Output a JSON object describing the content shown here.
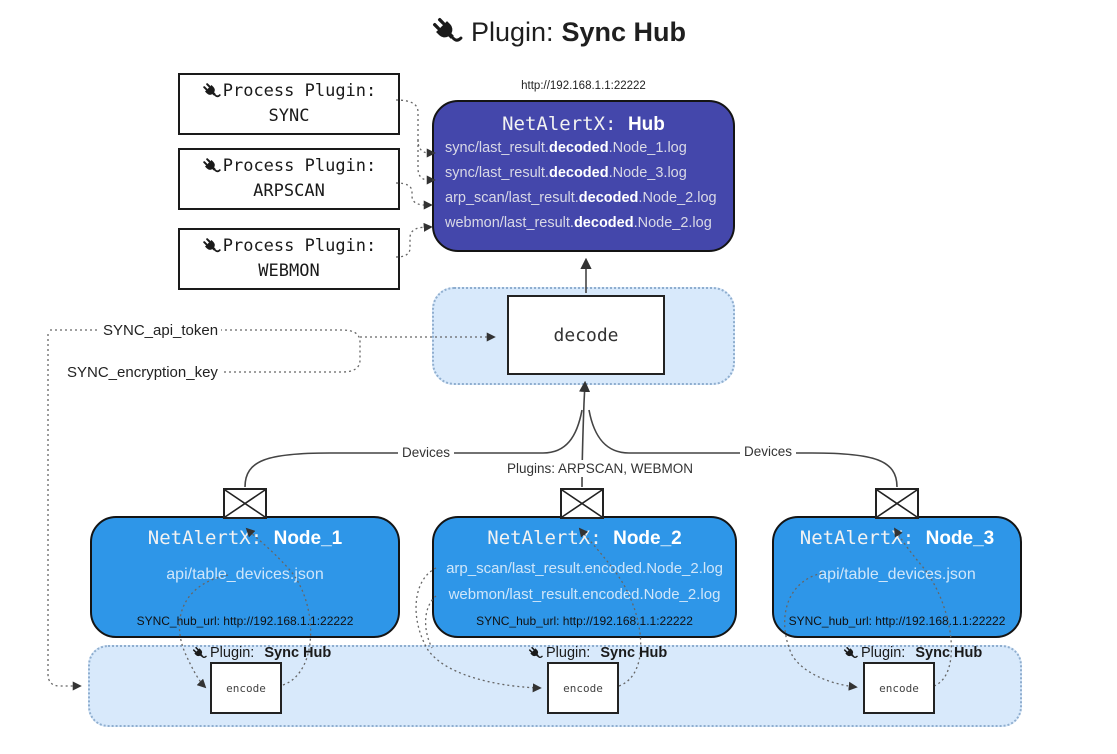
{
  "title": {
    "prefix": "Plugin:",
    "name": "Sync Hub"
  },
  "hub": {
    "url": "http://192.168.1.1:22222",
    "name_prefix": "NetAlertX:",
    "name": "Hub",
    "lines": [
      {
        "pre": "sync/last_result.",
        "bold": "decoded",
        "post": ".Node_1.log"
      },
      {
        "pre": "sync/last_result.",
        "bold": "decoded",
        "post": ".Node_3.log"
      },
      {
        "pre": "arp_scan/last_result.",
        "bold": "decoded",
        "post": ".Node_2.log"
      },
      {
        "pre": "webmon/last_result.",
        "bold": "decoded",
        "post": ".Node_2.log"
      }
    ]
  },
  "process_plugins": [
    {
      "label": "Process Plugin:",
      "name": "SYNC"
    },
    {
      "label": "Process Plugin:",
      "name": "ARPSCAN"
    },
    {
      "label": "Process Plugin:",
      "name": "WEBMON"
    }
  ],
  "decode_label": "decode",
  "settings": {
    "api_token": "SYNC_api_token",
    "encryption_key": "SYNC_encryption_key"
  },
  "edges": {
    "devices_left": "Devices",
    "devices_right": "Devices",
    "plugins_center": "Plugins: ARPSCAN, WEBMON"
  },
  "nodes": [
    {
      "name_prefix": "NetAlertX:",
      "name": "Node_1",
      "lines": [
        "api/table_devices.json"
      ],
      "hub_url": "SYNC_hub_url: http://192.168.1.1:22222"
    },
    {
      "name_prefix": "NetAlertX:",
      "name": "Node_2",
      "lines": [
        "arp_scan/last_result.encoded.Node_2.log",
        "webmon/last_result.encoded.Node_2.log"
      ],
      "hub_url": "SYNC_hub_url: http://192.168.1.1:22222"
    },
    {
      "name_prefix": "NetAlertX:",
      "name": "Node_3",
      "lines": [
        "api/table_devices.json"
      ],
      "hub_url": "SYNC_hub_url: http://192.168.1.1:22222"
    }
  ],
  "sync_band": {
    "plugin_label": "Plugin:",
    "plugin_name": "Sync Hub",
    "encode_label": "encode"
  },
  "colors": {
    "hub_bg": "#4447AB",
    "node_bg": "#2E96E8",
    "band_bg": "#D8E9FB",
    "band_border": "#8FAECF"
  }
}
